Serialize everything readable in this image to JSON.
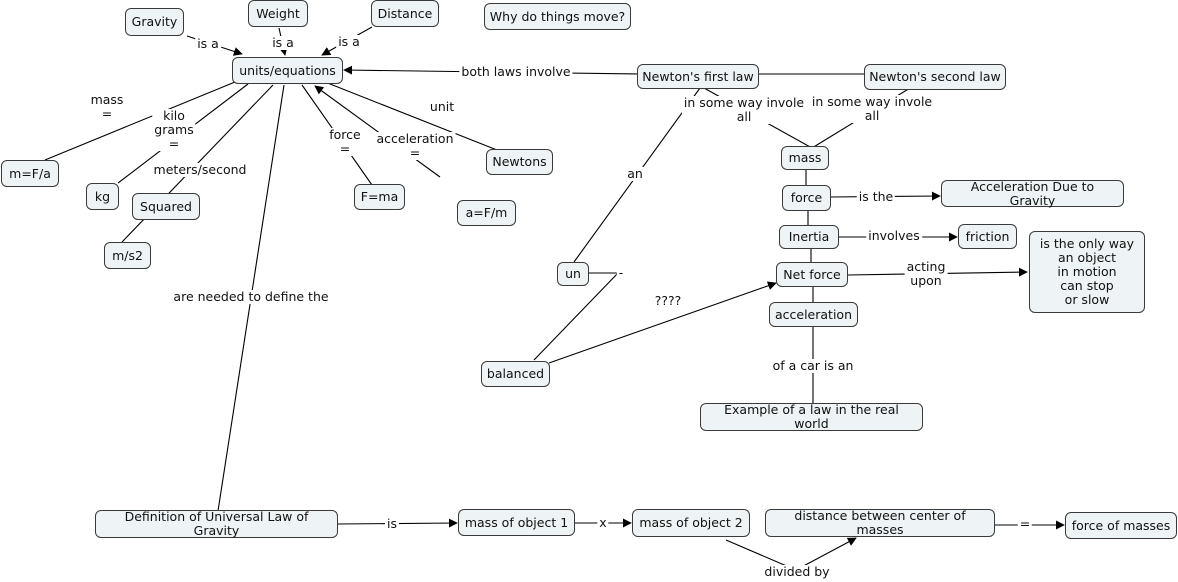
{
  "nodes": {
    "gravity": "Gravity",
    "weight": "Weight",
    "distance": "Distance",
    "why_move": "Why do things move?",
    "units": "units/equations",
    "first_law": "Newton's first law",
    "second_law": "Newton's second law",
    "mfa": "m=F/a",
    "kg": "kg",
    "squared": "Squared",
    "ms2": "m/s2",
    "newtons": "Newtons",
    "fma": "F=ma",
    "afm": "a=F/m",
    "mass": "mass",
    "force": "force",
    "accel_gravity": "Acceleration Due to Gravity",
    "inertia": "Inertia",
    "friction": "friction",
    "net_force": "Net force",
    "only_way": "is the only way\nan object\nin motion\ncan stop\nor slow",
    "un": "un",
    "acceleration": "acceleration",
    "balanced": "balanced",
    "example": "Example of a law in the real world",
    "definition": "Definition of Universal Law of Gravity",
    "mass1": "mass of object 1",
    "mass2": "mass of object 2",
    "distance_centers": "distance between center of masses",
    "force_masses": "force of masses"
  },
  "links": {
    "is_a_1": "is a",
    "is_a_2": "is a",
    "is_a_3": "is a",
    "both_laws": "both laws involve",
    "mass_eq": "mass\n=",
    "kilo": "kilo\ngrams\n=",
    "meters": "meters/second",
    "force_eq": "force\n=",
    "accel_eq": "acceleration\n=",
    "unit": "unit",
    "some_way_1": "in some way invole\nall",
    "some_way_2": "in some way invole\nall",
    "an": "an",
    "is_the": "is the",
    "involves": "involves",
    "acting": "acting\nupon",
    "dash": "-",
    "qmarks": "????",
    "of_a_car": "of a car is an",
    "needed": "are needed to define the",
    "is": "is",
    "x": "x",
    "equals": "=",
    "divided": "divided by"
  }
}
